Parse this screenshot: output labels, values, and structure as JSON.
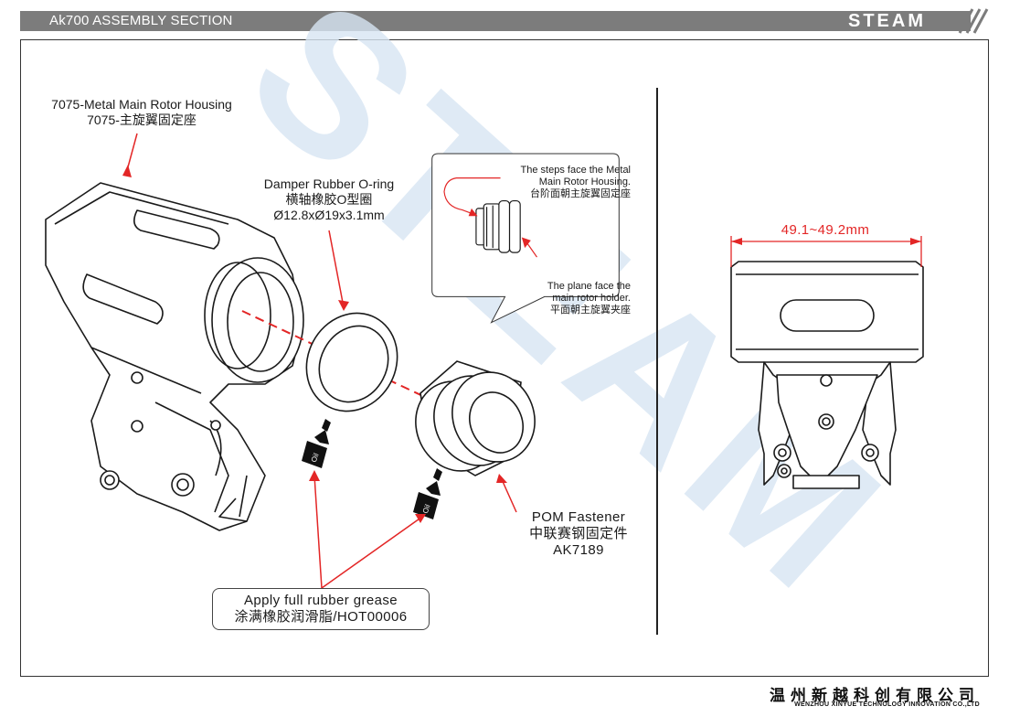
{
  "header": {
    "title": "Ak700 ASSEMBLY SECTION",
    "logo": "STEAM"
  },
  "watermark": "STEAM",
  "callouts": {
    "housing": {
      "line1": "7075-Metal Main Rotor Housing",
      "line2": "7075-主旋翼固定座"
    },
    "oring": {
      "line1": "Damper Rubber O-ring",
      "line2": "横轴橡胶O型圈",
      "line3": "Ø12.8xØ19x3.1mm"
    },
    "inset_steps": {
      "line1": "The steps face the Metal",
      "line2": "Main Rotor Housing.",
      "line3": "台阶面朝主旋翼固定座"
    },
    "inset_plane": {
      "line1": "The plane face the",
      "line2": "main rotor holder.",
      "line3": "平面朝主旋翼夹座"
    },
    "fastener": {
      "line1": "POM Fastener",
      "line2": "中联赛钢固定件",
      "line3": "AK7189"
    },
    "grease": {
      "line1": "Apply full rubber grease",
      "line2": "涂满橡胶润滑脂/HOT00006"
    },
    "oil_tag": "Oil"
  },
  "dimension": {
    "value": "49.1~49.2mm"
  },
  "footer": {
    "company_cn": "温州新越科创有限公司",
    "company_en": "WENZHOU XINYUE TECHNOLOGY INNOVATION CO.,LTD"
  },
  "colors": {
    "header_bg": "#7c7c7c",
    "callout_red": "#e32626",
    "watermark": "#d8e6f3"
  }
}
